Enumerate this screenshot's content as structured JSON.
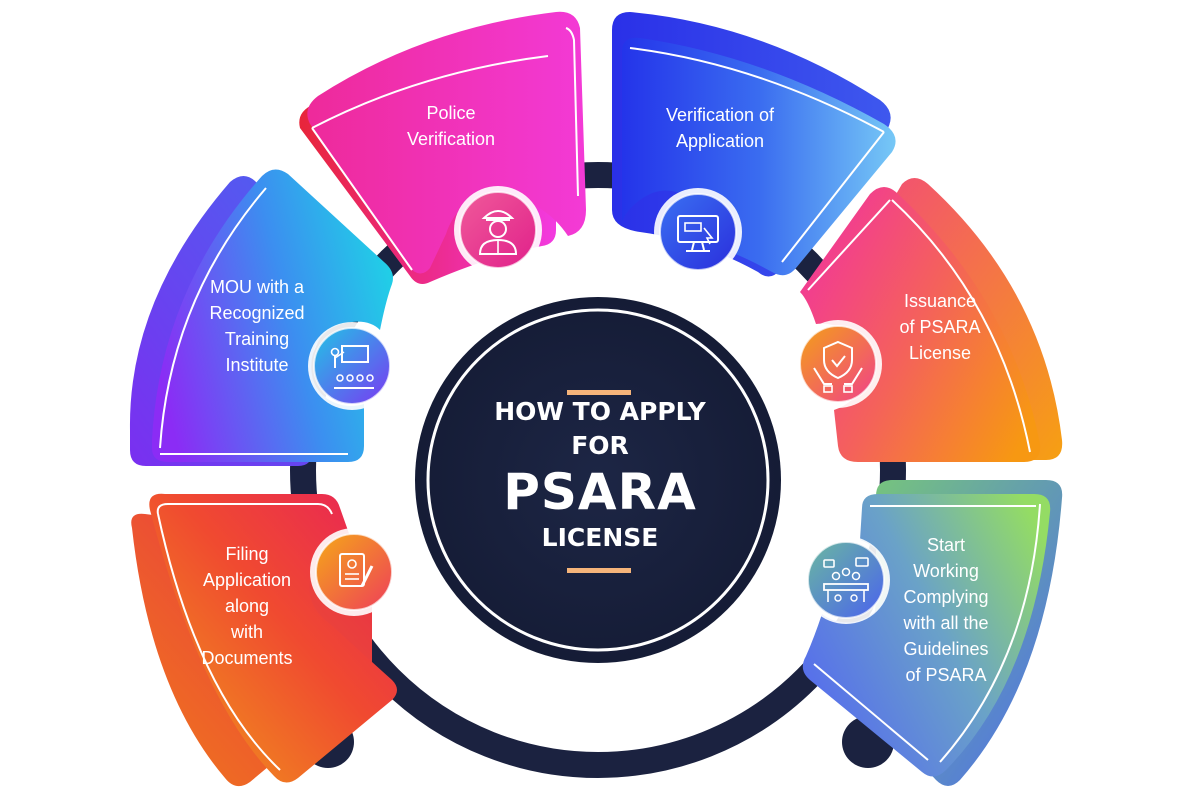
{
  "title": {
    "line1": "HOW TO APPLY",
    "line2": "FOR",
    "line3": "PSARA",
    "line4": "LICENSE"
  },
  "steps": [
    {
      "id": "filing",
      "lines": [
        "Filing",
        "Application",
        "along",
        "with",
        "Documents"
      ],
      "icon": "document-pen-icon",
      "colors": [
        "#e8215a",
        "#f5b81c"
      ]
    },
    {
      "id": "mou",
      "lines": [
        "MOU with a",
        "Recognized",
        "Training",
        "Institute"
      ],
      "icon": "training-presentation-icon",
      "colors": [
        "#7b2ff7",
        "#21c8e8"
      ]
    },
    {
      "id": "police",
      "lines": [
        "Police",
        "Verification"
      ],
      "icon": "police-officer-icon",
      "colors": [
        "#e8243c",
        "#f23ad6"
      ]
    },
    {
      "id": "verification",
      "lines": [
        "Verification of",
        "Application"
      ],
      "icon": "computer-screen-icon",
      "colors": [
        "#2a34ea",
        "#6fc2f5"
      ]
    },
    {
      "id": "issuance",
      "lines": [
        "Issuance",
        "of PSARA",
        "License"
      ],
      "icon": "shield-hands-icon",
      "colors": [
        "#f23a8e",
        "#f79a10"
      ]
    },
    {
      "id": "start",
      "lines": [
        "Start",
        "Working",
        "Complying",
        "with all the",
        "Guidelines",
        "of PSARA"
      ],
      "icon": "meeting-table-icon",
      "colors": [
        "#5b6cf2",
        "#8fd96a"
      ]
    }
  ]
}
